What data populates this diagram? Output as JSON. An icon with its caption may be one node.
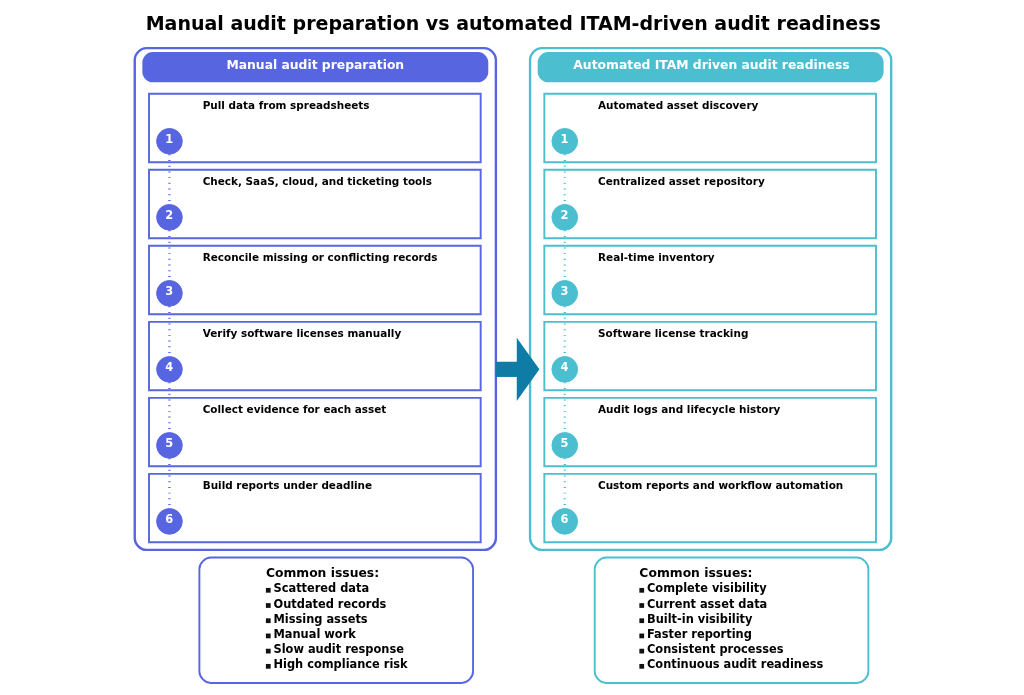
{
  "diagram": {
    "title": "Manual audit preparation vs automated ITAM-driven audit readiness",
    "nodes": [
      {
        "text": [
          "Manual audit preparation"
        ]
      },
      {
        "text": [
          "Pull data from spreadsheets"
        ],
        "in": 0
      },
      {
        "text": [
          "1"
        ],
        "in": 1
      },
      {
        "text": [
          "Check, SaaS, cloud, and ticketing tools"
        ],
        "in": 0
      },
      {
        "text": [
          "2"
        ],
        "in": 3
      },
      {
        "text": [
          "Reconcile missing or conflicting records"
        ],
        "in": 0
      },
      {
        "text": [
          "3"
        ],
        "in": 5
      },
      {
        "text": [
          "Verify software licenses manually"
        ],
        "in": 0
      },
      {
        "text": [
          "4"
        ],
        "in": 7
      },
      {
        "text": [
          "Collect evidence for each asset"
        ],
        "in": 0
      },
      {
        "text": [
          "5"
        ],
        "in": 9
      },
      {
        "text": [
          "Build reports under deadline"
        ],
        "in": 0
      },
      {
        "text": [
          "6"
        ],
        "in": 11
      },
      {
        "text": [
          "Common issues:",
          "Scattered data",
          "Outdated records",
          "Missing assets",
          "Manual work",
          "Slow audit response",
          "High compliance risk"
        ]
      },
      {
        "text": [
          "Automated ITAM driven audit readiness"
        ]
      },
      {
        "text": [
          "Automated asset discovery"
        ],
        "in": 14
      },
      {
        "text": [
          "1"
        ],
        "in": 15
      },
      {
        "text": [
          "Centralized asset repository"
        ],
        "in": 14
      },
      {
        "text": [
          "2"
        ],
        "in": 17
      },
      {
        "text": [
          "Real-time inventory"
        ],
        "in": 14
      },
      {
        "text": [
          "3"
        ],
        "in": 19
      },
      {
        "text": [
          "Software license tracking"
        ],
        "in": 14
      },
      {
        "text": [
          "4"
        ],
        "in": 21
      },
      {
        "text": [
          "Audit logs and lifecycle history"
        ],
        "in": 14
      },
      {
        "text": [
          "5"
        ],
        "in": 23
      },
      {
        "text": [
          "Custom reports and workflow automation"
        ],
        "in": 14
      },
      {
        "text": [
          "6"
        ],
        "in": 25
      },
      {
        "text": [
          "Common issues:",
          "Complete visibility",
          "Current asset data",
          "Built-in visibility",
          "Faster reporting",
          "Consistent processes",
          "Continuous audit readiness"
        ]
      }
    ],
    "edges": [
      {
        "from": 2,
        "to": 4,
        "arrow": "none",
        "style": "dashed",
        "color": "#5865e0"
      },
      {
        "from": 4,
        "to": 6,
        "arrow": "none",
        "style": "dashed",
        "color": "#5865e0"
      },
      {
        "from": 6,
        "to": 8,
        "arrow": "none",
        "style": "dashed",
        "color": "#5865e0"
      },
      {
        "from": 8,
        "to": 10,
        "arrow": "none",
        "style": "dashed",
        "color": "#5865e0"
      },
      {
        "from": 10,
        "to": 12,
        "arrow": "none",
        "style": "dashed",
        "color": "#5865e0"
      },
      {
        "from": 0,
        "to": 14,
        "arrow": "to",
        "style": "thick",
        "color": "#0f7ca5"
      },
      {
        "from": 16,
        "to": 18,
        "arrow": "none",
        "style": "dashed",
        "color": "#4bbfd0"
      },
      {
        "from": 18,
        "to": 20,
        "arrow": "none",
        "style": "dashed",
        "color": "#4bbfd0"
      },
      {
        "from": 20,
        "to": 22,
        "arrow": "none",
        "style": "dashed",
        "color": "#4bbfd0"
      },
      {
        "from": 22,
        "to": 24,
        "arrow": "none",
        "style": "dashed",
        "color": "#4bbfd0"
      },
      {
        "from": 24,
        "to": 26,
        "arrow": "none",
        "style": "dashed",
        "color": "#4bbfd0"
      }
    ]
  }
}
